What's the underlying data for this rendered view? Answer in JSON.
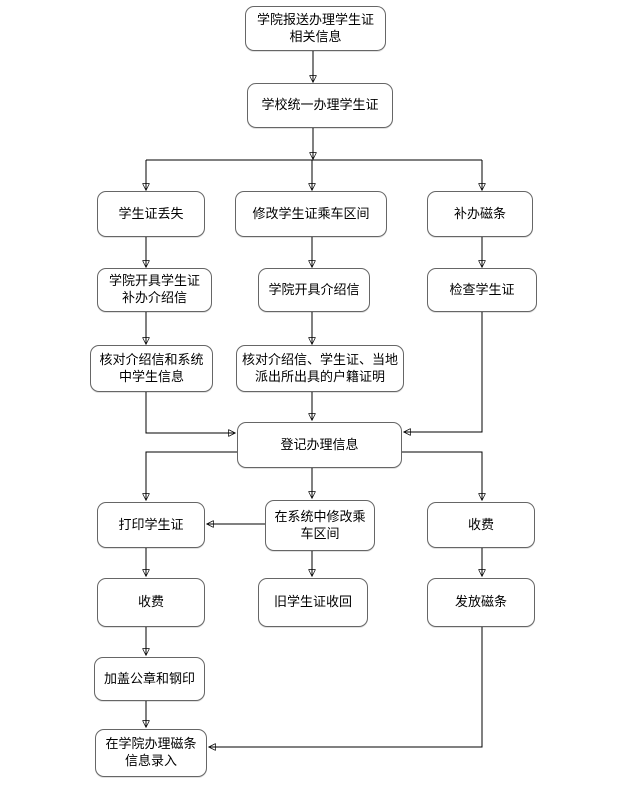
{
  "flowchart": {
    "background": "#ffffff",
    "box_fill": "#ffffff",
    "box_border_color": "#666666",
    "line_color": "#000000",
    "text_color": "#000000",
    "nodes": [
      {
        "id": "report-info",
        "label": "学院报送办理学生证\n相关信息"
      },
      {
        "id": "school-process",
        "label": "学校统一办理学生证"
      },
      {
        "id": "card-lost",
        "label": "学生证丢失"
      },
      {
        "id": "modify-interval",
        "label": "修改学生证乘车区间"
      },
      {
        "id": "reissue-magstripe",
        "label": "补办磁条"
      },
      {
        "id": "college-letter-reissue",
        "label": "学院开具学生证\n补办介绍信"
      },
      {
        "id": "college-letter",
        "label": "学院开具介绍信"
      },
      {
        "id": "check-card",
        "label": "检查学生证"
      },
      {
        "id": "verify-letter-system",
        "label": "核对介绍信和系统\n中学生信息"
      },
      {
        "id": "verify-letter-card-hukou",
        "label": "核对介绍信、学生证、当地\n派出所出具的户籍证明"
      },
      {
        "id": "register-info",
        "label": "登记办理信息"
      },
      {
        "id": "print-card",
        "label": "打印学生证"
      },
      {
        "id": "modify-in-system",
        "label": "在系统中修改乘\n车区间"
      },
      {
        "id": "fee-right",
        "label": "收费"
      },
      {
        "id": "fee-left",
        "label": "收费"
      },
      {
        "id": "old-card-recall",
        "label": "旧学生证收回"
      },
      {
        "id": "issue-magstripe",
        "label": "发放磁条"
      },
      {
        "id": "stamp-seal",
        "label": "加盖公章和钢印"
      },
      {
        "id": "college-magstripe-entry",
        "label": "在学院办理磁条\n信息录入"
      }
    ],
    "edges": [
      {
        "from": "report-info",
        "to": "school-process"
      },
      {
        "from": "school-process",
        "to": "card-lost"
      },
      {
        "from": "school-process",
        "to": "modify-interval"
      },
      {
        "from": "school-process",
        "to": "reissue-magstripe"
      },
      {
        "from": "card-lost",
        "to": "college-letter-reissue"
      },
      {
        "from": "modify-interval",
        "to": "college-letter"
      },
      {
        "from": "reissue-magstripe",
        "to": "check-card"
      },
      {
        "from": "college-letter-reissue",
        "to": "verify-letter-system"
      },
      {
        "from": "college-letter",
        "to": "verify-letter-card-hukou"
      },
      {
        "from": "verify-letter-system",
        "to": "register-info"
      },
      {
        "from": "verify-letter-card-hukou",
        "to": "register-info"
      },
      {
        "from": "check-card",
        "to": "register-info"
      },
      {
        "from": "register-info",
        "to": "print-card"
      },
      {
        "from": "register-info",
        "to": "modify-in-system"
      },
      {
        "from": "register-info",
        "to": "fee-right"
      },
      {
        "from": "modify-in-system",
        "to": "print-card"
      },
      {
        "from": "modify-in-system",
        "to": "old-card-recall"
      },
      {
        "from": "print-card",
        "to": "fee-left"
      },
      {
        "from": "fee-right",
        "to": "issue-magstripe"
      },
      {
        "from": "fee-left",
        "to": "stamp-seal"
      },
      {
        "from": "stamp-seal",
        "to": "college-magstripe-entry"
      },
      {
        "from": "issue-magstripe",
        "to": "college-magstripe-entry"
      }
    ]
  }
}
